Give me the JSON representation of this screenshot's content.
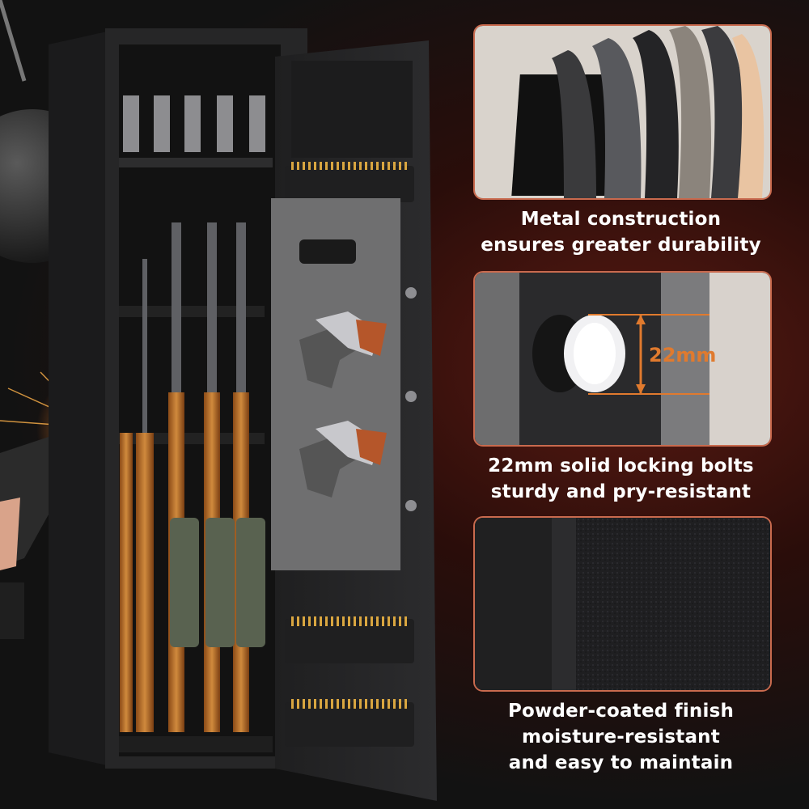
{
  "features": [
    {
      "line1": "Metal construction",
      "line2": "ensures greater durability"
    },
    {
      "line1": "22mm solid locking bolts",
      "line2": "sturdy and pry-resistant",
      "measure_label": "22mm"
    },
    {
      "line1": "Powder-coated finish",
      "line2": "moisture-resistant",
      "line3": "and easy to maintain"
    }
  ],
  "colors": {
    "accent": "#c96a4e",
    "measure": "#e07a2e",
    "steel": "#2b2b2b",
    "felt": "#6f6f70"
  }
}
